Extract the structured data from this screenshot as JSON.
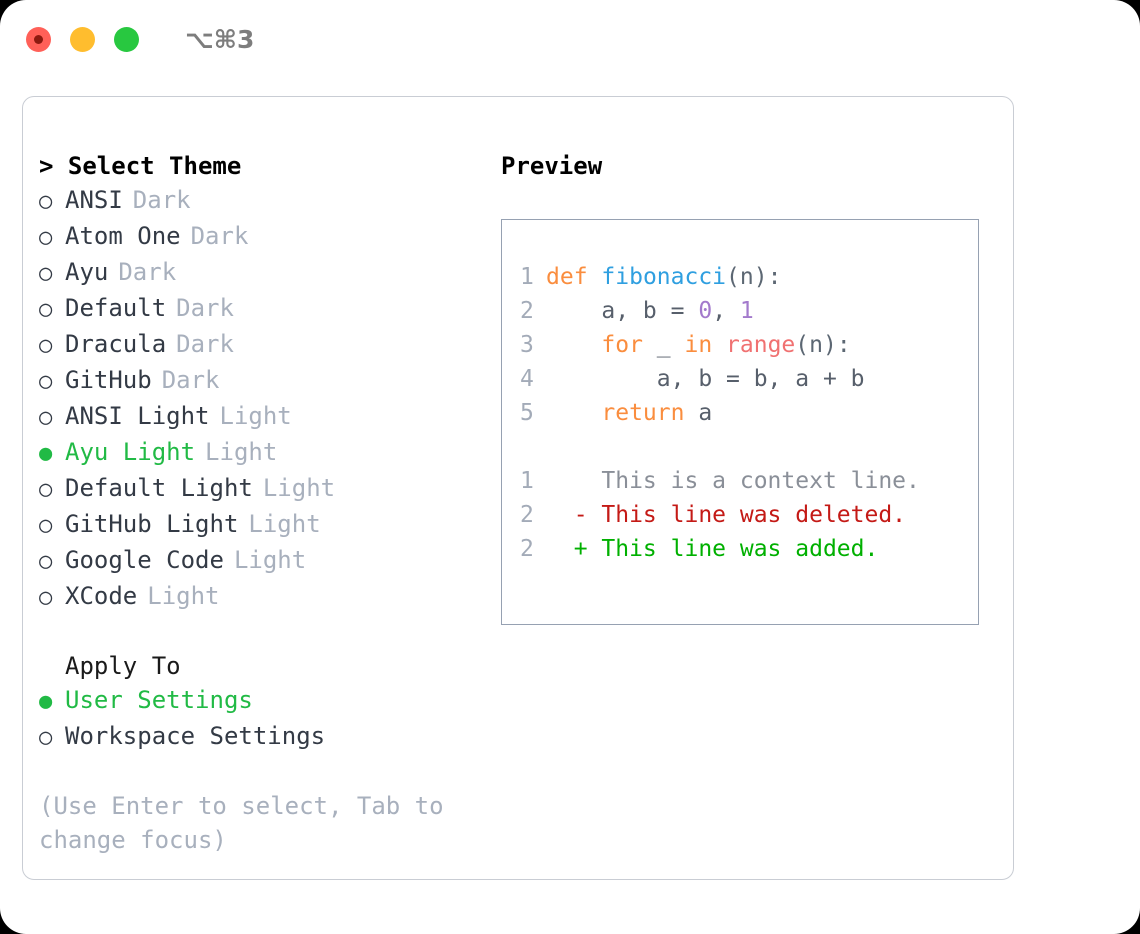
{
  "titlebar": {
    "shortcut": "⌥⌘3",
    "lights": [
      "close",
      "minimize",
      "zoom"
    ]
  },
  "theme_section": {
    "heading": "> Select Theme",
    "items": [
      {
        "bullet": "○",
        "label": "ANSI",
        "tag": "Dark",
        "selected": false
      },
      {
        "bullet": "○",
        "label": "Atom One",
        "tag": "Dark",
        "selected": false
      },
      {
        "bullet": "○",
        "label": "Ayu",
        "tag": "Dark",
        "selected": false
      },
      {
        "bullet": "○",
        "label": "Default",
        "tag": "Dark",
        "selected": false
      },
      {
        "bullet": "○",
        "label": "Dracula",
        "tag": "Dark",
        "selected": false
      },
      {
        "bullet": "○",
        "label": "GitHub",
        "tag": "Dark",
        "selected": false
      },
      {
        "bullet": "○",
        "label": "ANSI Light",
        "tag": "Light",
        "selected": false
      },
      {
        "bullet": "●",
        "label": "Ayu Light",
        "tag": "Light",
        "selected": true
      },
      {
        "bullet": "○",
        "label": "Default Light",
        "tag": "Light",
        "selected": false
      },
      {
        "bullet": "○",
        "label": "GitHub Light",
        "tag": "Light",
        "selected": false
      },
      {
        "bullet": "○",
        "label": "Google Code",
        "tag": "Light",
        "selected": false
      },
      {
        "bullet": "○",
        "label": "XCode",
        "tag": "Light",
        "selected": false
      }
    ]
  },
  "apply_section": {
    "heading": "Apply To",
    "items": [
      {
        "bullet": "●",
        "label": "User Settings",
        "selected": true
      },
      {
        "bullet": "○",
        "label": "Workspace Settings",
        "selected": false
      }
    ]
  },
  "hint": "(Use Enter to select, Tab to change focus)",
  "preview": {
    "heading": "Preview",
    "code_lines": [
      {
        "num": "1",
        "tokens": [
          {
            "t": "def",
            "c": "kw"
          },
          {
            "t": " ",
            "c": "pln"
          },
          {
            "t": "fibonacci",
            "c": "fn"
          },
          {
            "t": "(n):",
            "c": "punc"
          }
        ]
      },
      {
        "num": "2",
        "tokens": [
          {
            "t": "    a, b = ",
            "c": "pln"
          },
          {
            "t": "0",
            "c": "num"
          },
          {
            "t": ", ",
            "c": "pln"
          },
          {
            "t": "1",
            "c": "num"
          }
        ]
      },
      {
        "num": "3",
        "tokens": [
          {
            "t": "    ",
            "c": "pln"
          },
          {
            "t": "for",
            "c": "kw"
          },
          {
            "t": " _ ",
            "c": "pln"
          },
          {
            "t": "in",
            "c": "kw"
          },
          {
            "t": " ",
            "c": "pln"
          },
          {
            "t": "range",
            "c": "call"
          },
          {
            "t": "(n):",
            "c": "punc"
          }
        ]
      },
      {
        "num": "4",
        "tokens": [
          {
            "t": "        a, b = b, a + b",
            "c": "pln"
          }
        ]
      },
      {
        "num": "5",
        "tokens": [
          {
            "t": "    ",
            "c": "pln"
          },
          {
            "t": "return",
            "c": "kw"
          },
          {
            "t": " a",
            "c": "pln"
          }
        ]
      }
    ],
    "diff_lines": [
      {
        "num": "1",
        "marker": " ",
        "text": "This is a context line.",
        "kind": "ctx"
      },
      {
        "num": "2",
        "marker": "-",
        "text": "This line was deleted.",
        "kind": "del"
      },
      {
        "num": "2",
        "marker": "+",
        "text": "This line was added.",
        "kind": "add"
      }
    ]
  },
  "colors": {
    "accent_green": "#21ba45",
    "keyword_orange": "#fa8d3e",
    "function_blue": "#2f9fe0",
    "number_purple": "#a37acc",
    "call_red": "#f07171",
    "tag_gray": "#a8b0bd",
    "diff_delete": "#c41a16",
    "diff_add": "#00b000"
  }
}
